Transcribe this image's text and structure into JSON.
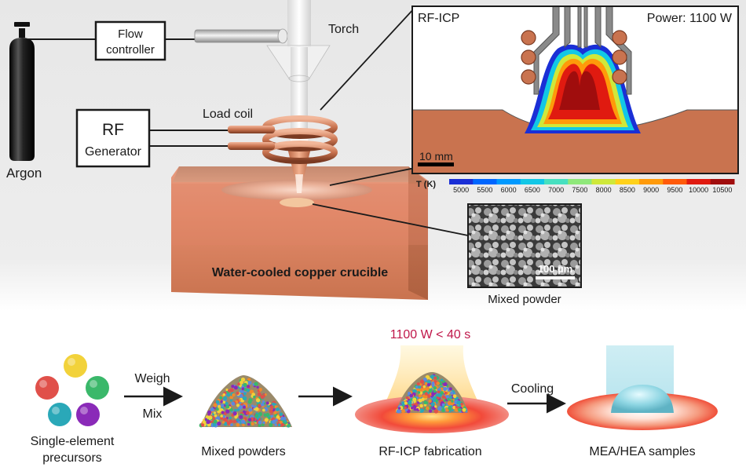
{
  "setup": {
    "gas_label": "Argon",
    "flow_controller_label": "Flow controller",
    "torch_label": "Torch",
    "rf_generator_line1": "RF",
    "rf_generator_line2": "Generator",
    "load_coil_label": "Load coil",
    "crucible_label": "Water-cooled copper crucible"
  },
  "simulation_inset": {
    "title": "RF-ICP",
    "power_label": "Power: 1100 W",
    "scale_bar_label": "10 mm",
    "colorbar_title": "T (K)",
    "colorbar_ticks": [
      "5000",
      "5500",
      "6000",
      "6500",
      "7000",
      "7500",
      "8000",
      "8500",
      "9000",
      "9500",
      "10000",
      "10500"
    ],
    "colorbar_colors": [
      "#1a2fd6",
      "#0066ff",
      "#0099ff",
      "#12c7e6",
      "#47e0c0",
      "#8fe87a",
      "#cfe83a",
      "#ffd11a",
      "#ff9a0a",
      "#ff5a0a",
      "#e01a10",
      "#a00d0d"
    ]
  },
  "sem_inset": {
    "scale_bar_label": "100 µm",
    "caption": "Mixed powder"
  },
  "workflow": {
    "steps": [
      {
        "caption_line1": "Single-element",
        "caption_line2": "precursors"
      },
      {
        "caption_line1": "Mixed powders"
      },
      {
        "caption_line1": "RF-ICP fabrication"
      },
      {
        "caption_line1": "MEA/HEA samples"
      }
    ],
    "arrow1_top": "Weigh",
    "arrow1_bottom": "Mix",
    "arrow3_label": "Cooling",
    "condition_label": "1100 W < 40 s"
  },
  "colors": {
    "copper": "#c9734f",
    "condition_text": "#c0174a",
    "line": "#1a1a1a"
  }
}
